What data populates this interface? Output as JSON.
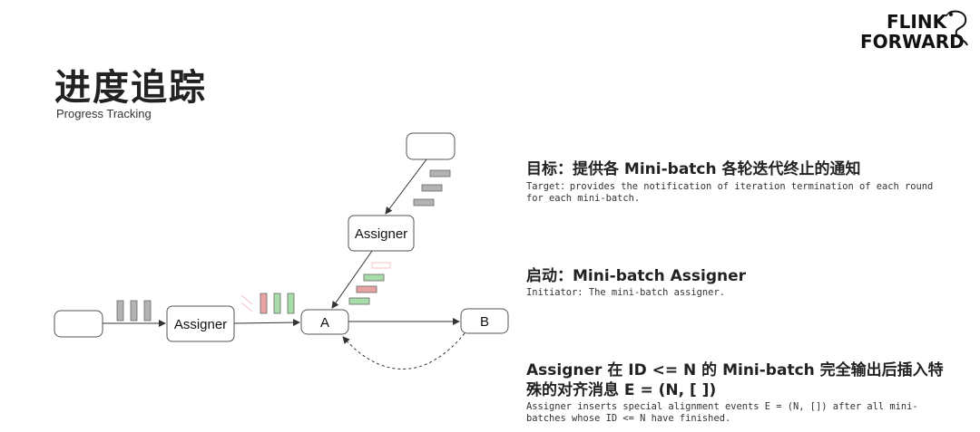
{
  "logo": {
    "line1": "FLINK",
    "line2": "FORWARD",
    "icon": "squirrel-icon"
  },
  "header": {
    "title": "进度追踪",
    "subtitle": "Progress Tracking"
  },
  "diagram": {
    "nodes": {
      "assigner_left": "Assigner",
      "assigner_top": "Assigner",
      "node_a": "A",
      "node_b": "B"
    },
    "colors": {
      "gray_batch": "#b3b3b3",
      "red_batch": "#e8a3a3",
      "green_batch": "#a8dca8",
      "stroke": "#333333"
    }
  },
  "points": [
    {
      "heading": "目标：提供各 Mini-batch 各轮迭代终止的通知",
      "body": "Target：provides the notification of iteration termination of each round for each mini-batch."
    },
    {
      "heading": "启动：Mini-batch Assigner",
      "body": "Initiator: The mini-batch assigner."
    },
    {
      "heading": "Assigner 在 ID <= N 的 Mini-batch 完全输出后插入特殊的对齐消息 E = (N, [ ])",
      "body": "Assigner inserts special alignment events E = (N, []) after all mini-batches whose ID <= N have finished."
    }
  ]
}
